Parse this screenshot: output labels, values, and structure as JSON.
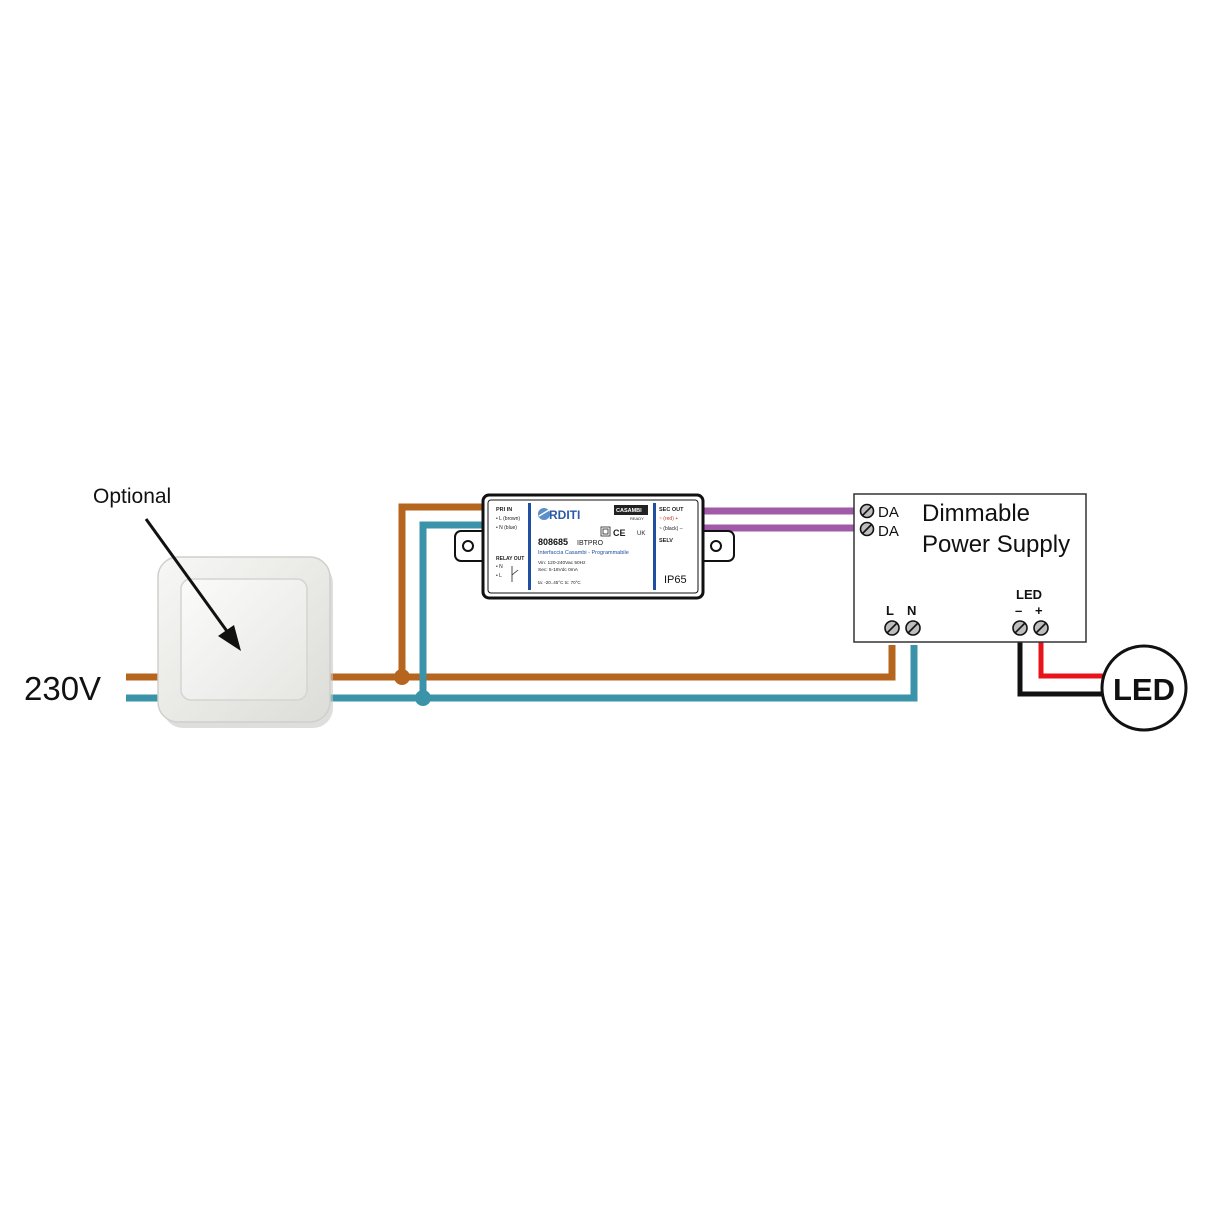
{
  "labels": {
    "optional": "Optional",
    "voltage": "230V",
    "led": "LED"
  },
  "power_supply": {
    "title_line1": "Dimmable",
    "title_line2": "Power Supply",
    "da1": "DA",
    "da2": "DA",
    "l": "L",
    "n": "N",
    "led": "LED",
    "minus": "–",
    "plus": "+"
  },
  "module": {
    "brand": "RDITI",
    "brand_badge": "CASAMBI",
    "brand_badge_sub": "READY",
    "model": "808685",
    "model_name": "IBTPRO",
    "description": "Interfaccia Casambi - Programmabile",
    "spec1": "Vin: 120-240Vac  50Hz",
    "spec2": "Sec: 5-16Vdc 0mA",
    "spec3": "ta: -20..45°C      tc: 70°C",
    "pri_in": "PRI IN",
    "pri_l": "• L  (brown)",
    "pri_n": "• N  (blue)",
    "relay_out": "RELAY OUT",
    "relay_n": "• N",
    "relay_l": "• L",
    "sec_out": "SEC OUT",
    "sec_plus": "~  (red)   +",
    "sec_minus": "~  (black) –",
    "selv": "SELV",
    "ip": "IP65"
  },
  "colors": {
    "brown_wire": "#b5651d",
    "blue_wire": "#3a93a8",
    "purple_wire": "#a05aa8",
    "red_wire": "#e8141b",
    "black_wire": "#111111",
    "module_stripe": "#1f4fa0"
  },
  "icons": {
    "switch": "wall-switch-icon",
    "arrow": "arrow-icon",
    "terminal": "screw-terminal-icon",
    "led_lamp": "led-lamp-icon"
  }
}
